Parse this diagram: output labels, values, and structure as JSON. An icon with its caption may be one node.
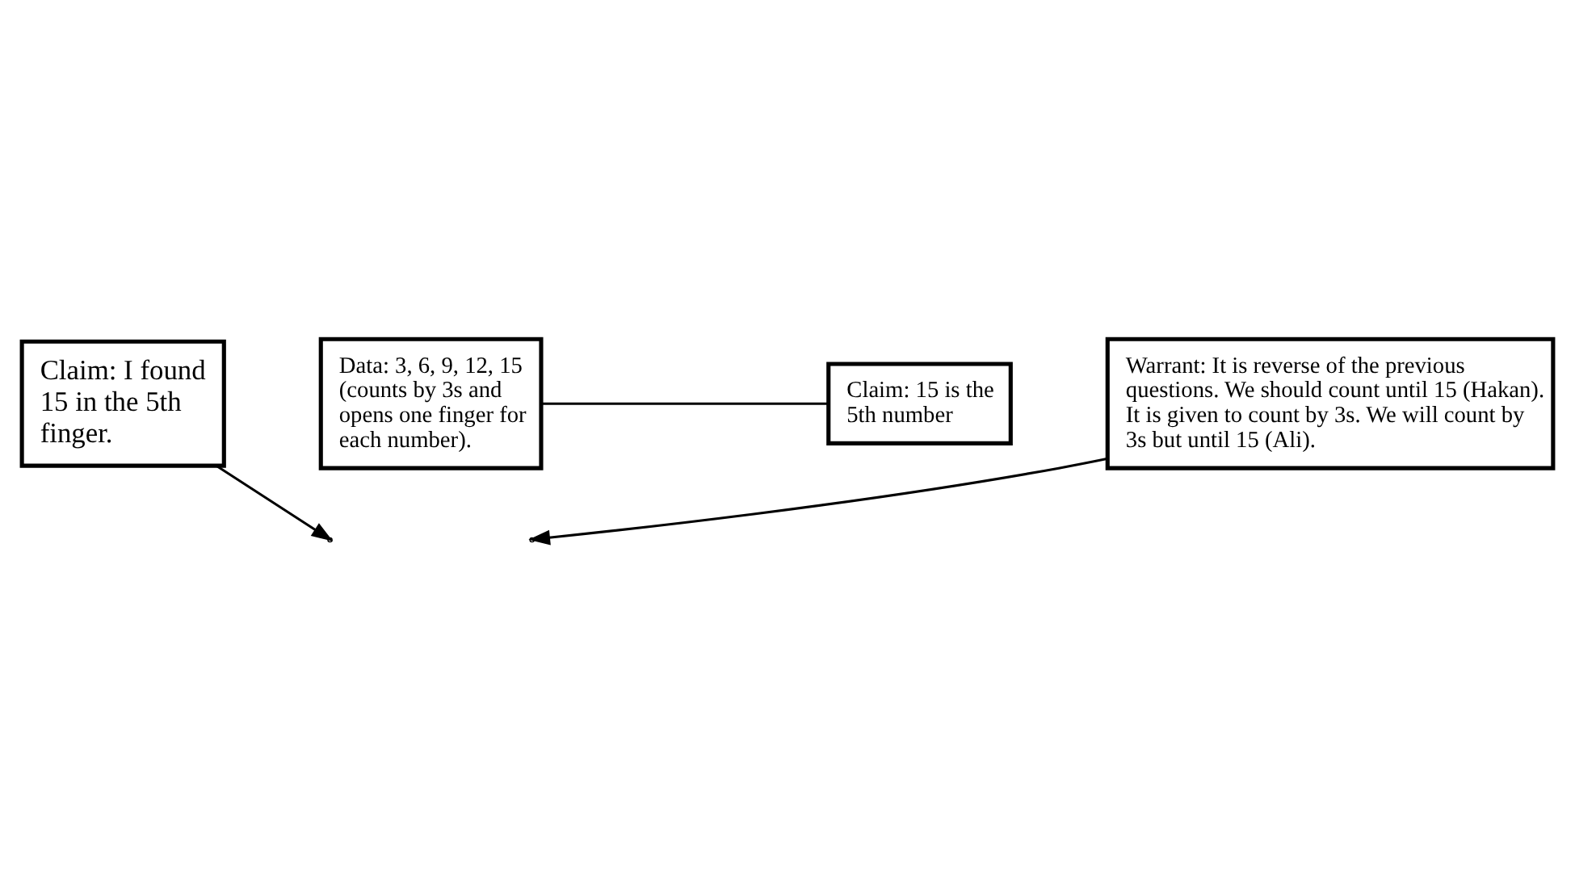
{
  "diagram": {
    "nodes": [
      {
        "text": [
          "Data: 3, 6, 9, 12, 15 (counts by 3s and opens one finger for each number)."
        ]
      },
      {
        "text": [
          "Claim: 15 is the 5th number"
        ]
      },
      {
        "text": [
          "Claim: I found 15 in the 5th finger."
        ]
      },
      {
        "text": [
          "Warrant: It is reverse of the previous questions. We should count until 15 (Hakan). It is given to count by 3s. We will count by 3s but until 15 (Ali)."
        ]
      }
    ],
    "edges": [
      {
        "from": 0,
        "to": 1,
        "arrow": "none"
      },
      {
        "from": 2,
        "to": null,
        "arrow": "to"
      },
      {
        "from": 3,
        "to": null,
        "arrow": "to"
      }
    ]
  }
}
